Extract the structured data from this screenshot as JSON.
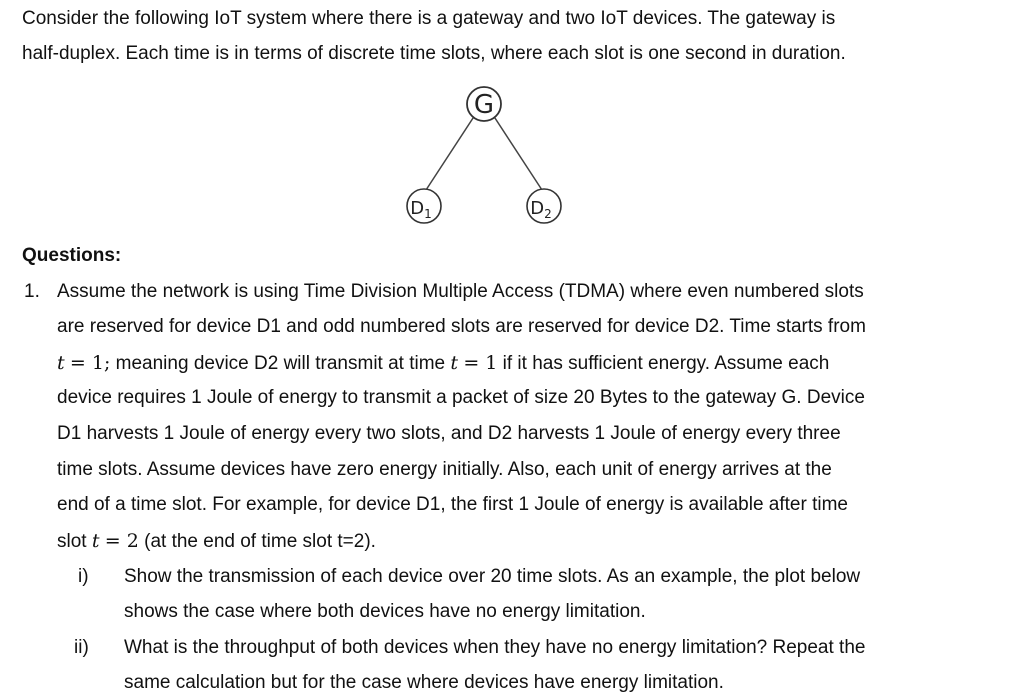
{
  "intro": {
    "line1": "Consider the following IoT system where there is a gateway and two IoT devices. The gateway is",
    "line2": "half-duplex. Each time is in terms of discrete time slots, where each slot is one second in duration."
  },
  "diagram": {
    "gateway_label": "G",
    "device1_label": "D",
    "device1_sub": "1",
    "device2_label": "D",
    "device2_sub": "2"
  },
  "questions_heading": "Questions:",
  "q1": {
    "number": "1.",
    "l1": "Assume the network is using Time Division Multiple Access (TDMA) where even numbered slots",
    "l2": "are reserved for device D1 and odd numbered slots are reserved for device D2. Time starts from",
    "l3_var": "t",
    "l3_eq": "= 1;",
    "l3_mid": " meaning device D2 will transmit at time ",
    "l3_var2": "t",
    "l3_eq2": "= 1",
    "l3_end": " if it has sufficient energy. Assume each",
    "l4": "device requires 1 Joule of energy to transmit a packet of size 20 Bytes to the gateway G. Device",
    "l5": "D1 harvests 1 Joule of energy every two slots, and D2 harvests 1 Joule of energy every three",
    "l6": "time slots. Assume devices have zero energy initially. Also, each unit of energy arrives at the",
    "l7": "end of a time slot. For example, for device D1, the first 1 Joule of energy is available after time",
    "l8_start": "slot ",
    "l8_var": "t",
    "l8_eq": "= 2",
    "l8_end": " (at the end of time slot t=2)."
  },
  "sub_i": {
    "marker": "i)",
    "l1": "Show the transmission of each device over 20 time slots. As an example, the plot below",
    "l2": "shows the case where both devices have no energy limitation."
  },
  "sub_ii": {
    "marker": "ii)",
    "l1": "What is the throughput of both devices when they have no energy limitation? Repeat the",
    "l2": "same calculation but for the case where devices have energy limitation."
  }
}
